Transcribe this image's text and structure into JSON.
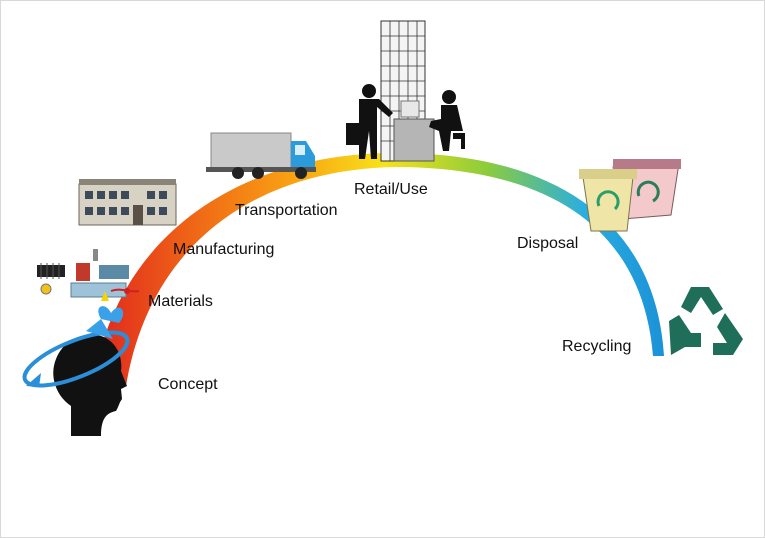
{
  "diagram": {
    "stages": [
      {
        "id": "concept",
        "label": "Concept"
      },
      {
        "id": "materials",
        "label": "Materials"
      },
      {
        "id": "manufacturing",
        "label": "Manufacturing"
      },
      {
        "id": "transportation",
        "label": "Transportation"
      },
      {
        "id": "retail",
        "label": "Retail/Use"
      },
      {
        "id": "disposal",
        "label": "Disposal"
      },
      {
        "id": "recycling",
        "label": "Recycling"
      }
    ],
    "arc_gradient_colors": [
      "#e0281e",
      "#f06a16",
      "#f9a512",
      "#f7e21a",
      "#8ccc3c",
      "#2aaee0",
      "#1a8fd6"
    ],
    "icons": [
      "head-idea-icon",
      "components-icon",
      "factory-icon",
      "truck-icon",
      "office-tower-icon",
      "recycling-bins-icon",
      "recycle-symbol-icon"
    ]
  }
}
